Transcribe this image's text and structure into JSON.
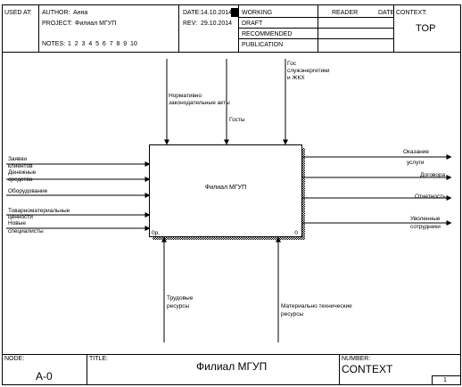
{
  "header": {
    "used_at_label": "USED AT:",
    "author_label": "AUTHOR:",
    "author_value": "Анна",
    "project_label": "PROJECT:",
    "project_value": "Филиал МГУП",
    "notes_label": "NOTES:",
    "notes_value": "1  2  3  4  5  6  7  8  9  10",
    "date_label": "DATE:",
    "date_value": "14.10.2014",
    "rev_label": "REV:",
    "rev_value": "29.10.2014",
    "status": [
      "WORKING",
      "DRAFT",
      "RECOMMENDED",
      "PUBLICATION"
    ],
    "reader_label": "READER",
    "reader_date_label": "DATE",
    "context_label": "CONTEXT:",
    "context_value": "TOP"
  },
  "diagram": {
    "box": {
      "title": "Филиал МГУП",
      "cost": "0р.",
      "number": "0"
    },
    "inputs": [
      [
        "Заявки",
        "клиентов"
      ],
      [
        "Денежные",
        "средства"
      ],
      [
        "Оборудование"
      ],
      [
        "Товарноматериальные",
        "ценности"
      ],
      [
        "Новые",
        "специалисты"
      ]
    ],
    "controls": [
      [
        "Нормативно",
        "законодательные акты"
      ],
      [
        "Госты"
      ],
      [
        "Гос",
        "служэнергетики",
        "и ЖКХ"
      ]
    ],
    "outputs": [
      [
        "Оказание",
        "услуги"
      ],
      [
        "Договора"
      ],
      [
        "Отчетность"
      ],
      [
        "Уволенные",
        "сотрудники"
      ]
    ],
    "mechanisms": [
      [
        "Трудовые",
        "ресурсы"
      ],
      [
        "Материально технические",
        "ресурсы"
      ]
    ]
  },
  "footer": {
    "node_label": "NODE:",
    "node_value": "A-0",
    "title_label": "TITLE:",
    "title_value": "Филиал МГУП",
    "number_label": "NUMBER:",
    "number_value": "CONTEXT",
    "page_value": "1"
  }
}
